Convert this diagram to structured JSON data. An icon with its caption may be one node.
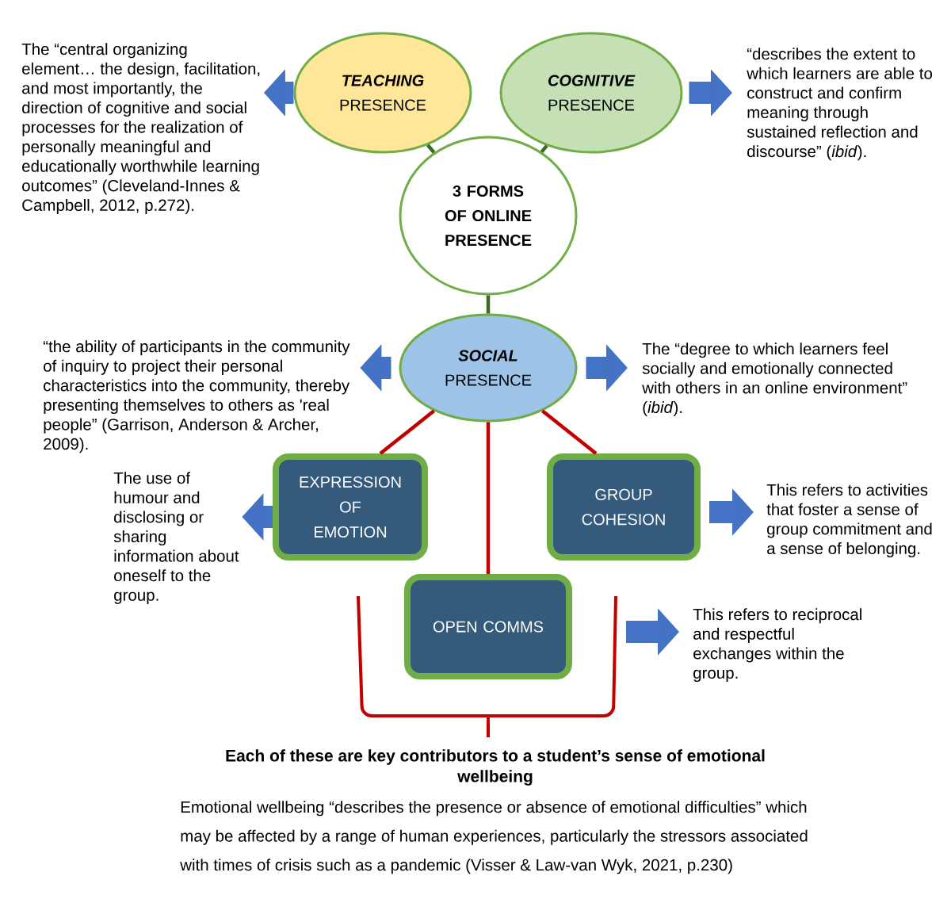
{
  "diagram": {
    "nodes": [
      {
        "text": [
          "TEACHING",
          "PRESENCE"
        ]
      },
      {
        "text": [
          "COGNITIVE",
          "PRESENCE"
        ]
      },
      {
        "text": [
          "3 FORMS OF ONLINE PRESENCE"
        ]
      },
      {
        "text": [
          "SOCIAL",
          "PRESENCE"
        ]
      },
      {
        "text": [
          "EXPRESSION OF EMOTION"
        ]
      },
      {
        "text": [
          "GROUP COHESION"
        ]
      },
      {
        "text": [
          "OPEN COMMS"
        ]
      },
      {
        "text": [
          "The “central organizing element… the design, facilitation, and most importantly, the direction of cognitive and social processes for the realization of personally meaningful and educationally worthwhile learning outcomes” (Cleveland-Innes & Campbell, 2012, p.272)."
        ]
      },
      {
        "text": [
          "“describes the extent to which learners are able to construct and confirm meaning through sustained reflection and discourse” (*ibid*)."
        ]
      },
      {
        "text": [
          "“the ability of participants in the community of inquiry to project their personal characteristics into the community, thereby presenting themselves to others as 'real people” (Garrison, Anderson & Archer, 2009)."
        ]
      },
      {
        "text": [
          "The “degree to which learners feel socially and emotionally connected with others in an online environment” (*ibid*)."
        ]
      },
      {
        "text": [
          "The use of humour and disclosing or sharing information about oneself to the group."
        ]
      },
      {
        "text": [
          "This refers to activities that foster a sense of group commitment and a sense of belonging."
        ]
      },
      {
        "text": [
          "This refers to reciprocal and respectful exchanges within the group."
        ]
      }
    ],
    "edges": [
      {
        "from": 0,
        "to": 2,
        "arrow": "none",
        "color": "#3b6b22"
      },
      {
        "from": 1,
        "to": 2,
        "arrow": "none",
        "color": "#3b6b22"
      },
      {
        "from": 2,
        "to": 3,
        "arrow": "none",
        "color": "#3b6b22"
      },
      {
        "from": 3,
        "to": 4,
        "arrow": "none",
        "color": "#c00000"
      },
      {
        "from": 3,
        "to": 6,
        "arrow": "none",
        "color": "#c00000"
      },
      {
        "from": 3,
        "to": 5,
        "arrow": "none",
        "color": "#c00000"
      },
      {
        "from": 0,
        "to": 7,
        "arrow": "to"
      },
      {
        "from": 1,
        "to": 8,
        "arrow": "to"
      },
      {
        "from": 3,
        "to": 9,
        "arrow": "to"
      },
      {
        "from": 3,
        "to": 10,
        "arrow": "to"
      },
      {
        "from": 4,
        "to": 11,
        "arrow": "to"
      },
      {
        "from": 5,
        "to": 12,
        "arrow": "to"
      },
      {
        "from": 6,
        "to": 13,
        "arrow": "to"
      }
    ],
    "labels": [
      "Each of these are key contributors to a student’s sense of emotional wellbeing",
      "Emotional wellbeing “describes the presence or absence of emotional difficulties” which may be affected by a range of human experiences, particularly the stressors associated with times of crisis such as a pandemic (Visser & Law-van Wyk, 2021, p.230)"
    ]
  }
}
